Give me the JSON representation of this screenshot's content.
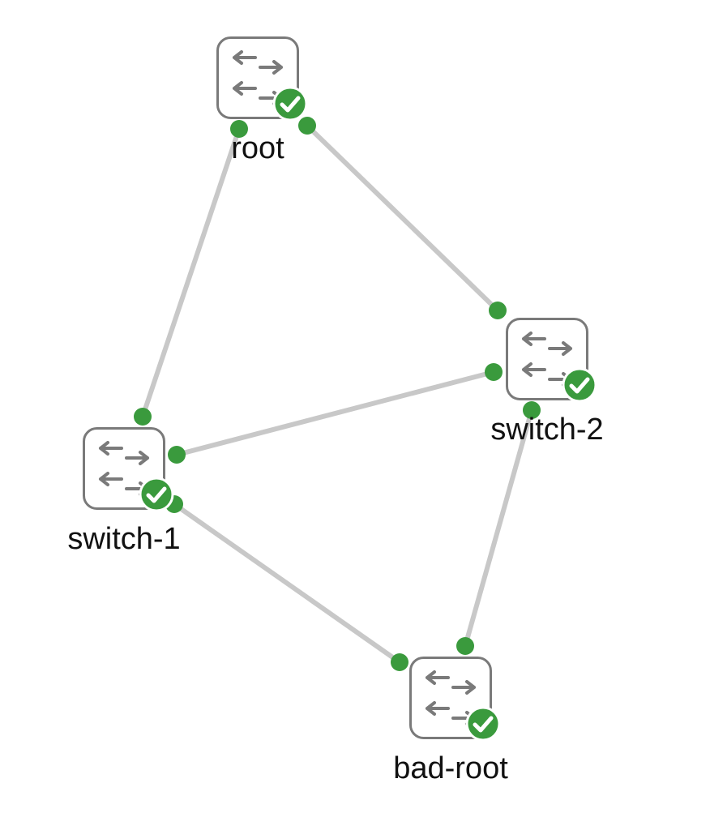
{
  "colors": {
    "background": "#ffffff",
    "link": "#c8c8c8",
    "port": "#3a9a3d",
    "device_border": "#7a7a7a",
    "arrow": "#7a7a7a",
    "status_ok": "#3a9a3d"
  },
  "nodes": [
    {
      "id": "root",
      "label": "root",
      "status": "ok",
      "icon": "switch-icon",
      "status_icon": "check-circle-icon"
    },
    {
      "id": "switch-2",
      "label": "switch-2",
      "status": "ok",
      "icon": "switch-icon",
      "status_icon": "check-circle-icon"
    },
    {
      "id": "switch-1",
      "label": "switch-1",
      "status": "ok",
      "icon": "switch-icon",
      "status_icon": "check-circle-icon"
    },
    {
      "id": "bad-root",
      "label": "bad-root",
      "status": "ok",
      "icon": "switch-icon",
      "status_icon": "check-circle-icon"
    }
  ],
  "links": [
    {
      "from": "root",
      "to": "switch-1"
    },
    {
      "from": "root",
      "to": "switch-2"
    },
    {
      "from": "switch-1",
      "to": "switch-2"
    },
    {
      "from": "switch-1",
      "to": "bad-root"
    },
    {
      "from": "switch-2",
      "to": "bad-root"
    }
  ]
}
